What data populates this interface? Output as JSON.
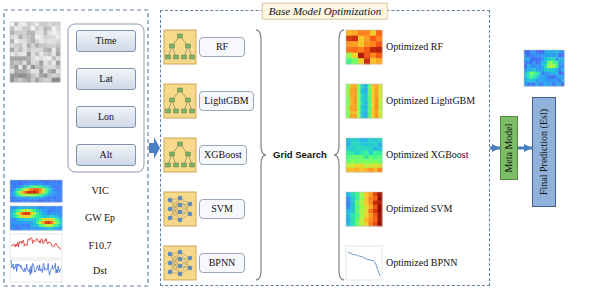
{
  "diagram": {
    "nodes": [
      {
        "text": [
          "Time"
        ]
      },
      {
        "text": [
          "Lat"
        ]
      },
      {
        "text": [
          "Lon"
        ]
      },
      {
        "text": [
          "Alt"
        ]
      },
      {
        "text": [
          "Base Model Optimization"
        ]
      },
      {
        "text": [
          "RF"
        ],
        "in": 4
      },
      {
        "text": [
          "LightGBM"
        ],
        "in": 4
      },
      {
        "text": [
          "XGBoost"
        ],
        "in": 4
      },
      {
        "text": [
          "SVM"
        ],
        "in": 4
      },
      {
        "text": [
          "BPNN"
        ],
        "in": 4
      },
      {
        "text": [
          "Meta Model"
        ]
      },
      {
        "text": [
          "Final Prediction (Esl)"
        ]
      }
    ],
    "edges": [
      {
        "from": 4,
        "to": 10,
        "arrow": "to"
      },
      {
        "from": 10,
        "to": 11,
        "arrow": "to"
      }
    ],
    "labels": [
      "VIC",
      "GW Ep",
      "F10.7",
      "Dst",
      "Grid Search",
      "Optimized RF",
      "Optimized LightGBM",
      "Optimized XGBoost",
      "Optimized SVM",
      "Optimized BPNN"
    ]
  }
}
